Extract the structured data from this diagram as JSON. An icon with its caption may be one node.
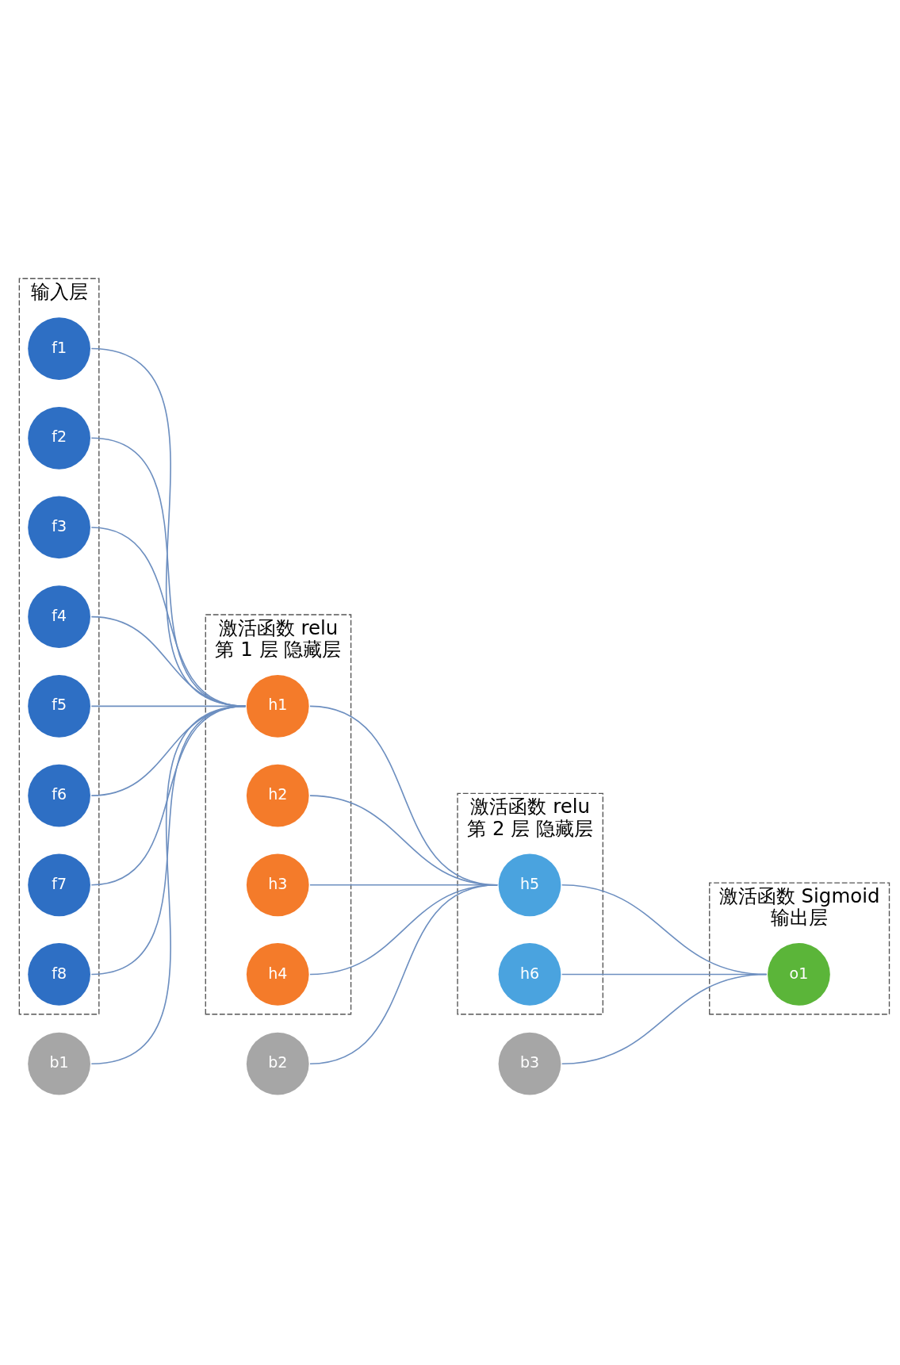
{
  "diagram": {
    "nodes": [
      {
        "text": [
          "输入层"
        ]
      },
      {
        "text": [
          "f1"
        ],
        "in": 0
      },
      {
        "text": [
          "f2"
        ],
        "in": 0
      },
      {
        "text": [
          "f3"
        ],
        "in": 0
      },
      {
        "text": [
          "f4"
        ],
        "in": 0
      },
      {
        "text": [
          "f5"
        ],
        "in": 0
      },
      {
        "text": [
          "f6"
        ],
        "in": 0
      },
      {
        "text": [
          "f7"
        ],
        "in": 0
      },
      {
        "text": [
          "f8"
        ],
        "in": 0
      },
      {
        "text": [
          "b1"
        ]
      },
      {
        "text": [
          "激活函数 relu",
          "第 1 层 隐藏层"
        ]
      },
      {
        "text": [
          "h1"
        ],
        "in": 10
      },
      {
        "text": [
          "h2"
        ],
        "in": 10
      },
      {
        "text": [
          "h3"
        ],
        "in": 10
      },
      {
        "text": [
          "h4"
        ],
        "in": 10
      },
      {
        "text": [
          "b2"
        ]
      },
      {
        "text": [
          "激活函数 relu",
          "第 2 层 隐藏层"
        ]
      },
      {
        "text": [
          "h5"
        ],
        "in": 16
      },
      {
        "text": [
          "h6"
        ],
        "in": 16
      },
      {
        "text": [
          "b3"
        ]
      },
      {
        "text": [
          "激活函数 Sigmoid",
          "输出层"
        ]
      },
      {
        "text": [
          "o1"
        ],
        "in": 20
      }
    ],
    "edges": [
      {
        "from": 1,
        "to": 11,
        "arrow": "none"
      },
      {
        "from": 2,
        "to": 11,
        "arrow": "none"
      },
      {
        "from": 3,
        "to": 11,
        "arrow": "none"
      },
      {
        "from": 4,
        "to": 11,
        "arrow": "none"
      },
      {
        "from": 5,
        "to": 11,
        "arrow": "none"
      },
      {
        "from": 6,
        "to": 11,
        "arrow": "none"
      },
      {
        "from": 7,
        "to": 11,
        "arrow": "none"
      },
      {
        "from": 8,
        "to": 11,
        "arrow": "none"
      },
      {
        "from": 9,
        "to": 11,
        "arrow": "none"
      },
      {
        "from": 11,
        "to": 17,
        "arrow": "none"
      },
      {
        "from": 12,
        "to": 17,
        "arrow": "none"
      },
      {
        "from": 13,
        "to": 17,
        "arrow": "none"
      },
      {
        "from": 14,
        "to": 17,
        "arrow": "none"
      },
      {
        "from": 15,
        "to": 17,
        "arrow": "none"
      },
      {
        "from": 17,
        "to": 21,
        "arrow": "none"
      },
      {
        "from": 18,
        "to": 21,
        "arrow": "none"
      },
      {
        "from": 19,
        "to": 21,
        "arrow": "none"
      }
    ]
  }
}
